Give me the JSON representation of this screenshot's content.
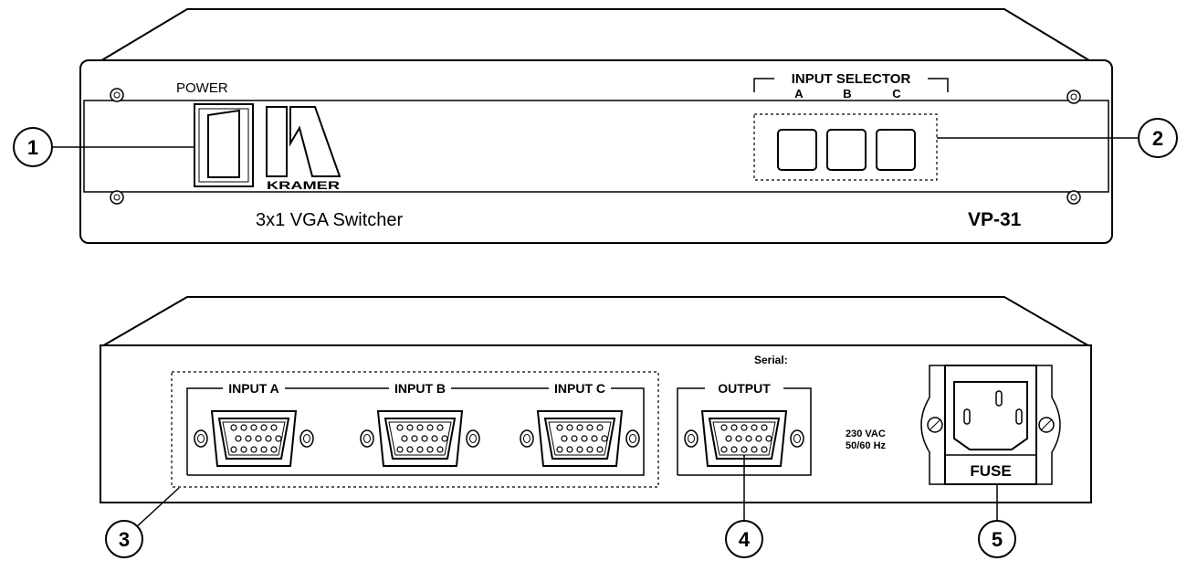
{
  "front_panel": {
    "power_label": "POWER",
    "brand": "KRAMER",
    "product_name": "3x1 VGA Switcher",
    "model": "VP-31",
    "input_selector": {
      "title": "INPUT SELECTOR",
      "buttons": [
        "A",
        "B",
        "C"
      ]
    }
  },
  "rear_panel": {
    "serial_label": "Serial:",
    "inputs": [
      "INPUT A",
      "INPUT B",
      "INPUT C"
    ],
    "output_label": "OUTPUT",
    "power_rating_line1": "230 VAC",
    "power_rating_line2": "50/60 Hz",
    "fuse_label": "FUSE"
  },
  "callouts": [
    "1",
    "2",
    "3",
    "4",
    "5"
  ],
  "icons": {
    "power_switch": "rocker-switch-icon",
    "vga": "vga-connector-icon",
    "screw": "screw-icon",
    "mains": "iec-power-socket-icon"
  }
}
